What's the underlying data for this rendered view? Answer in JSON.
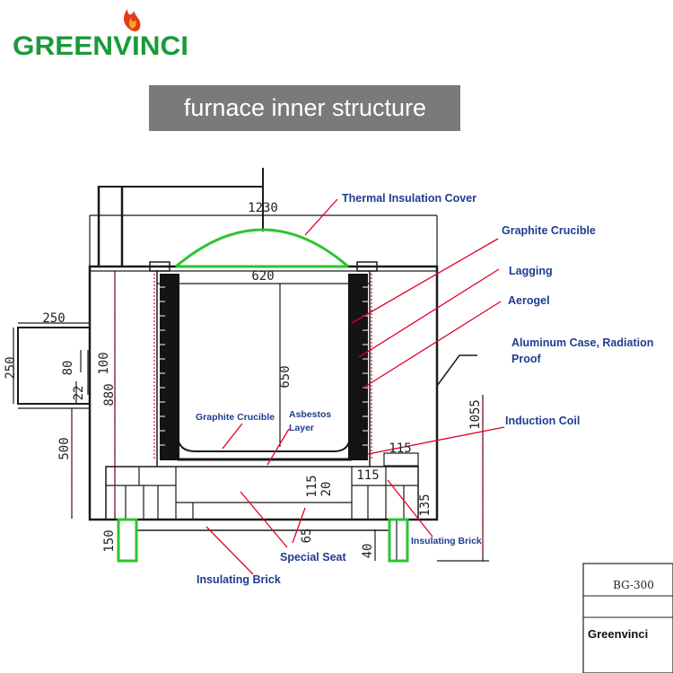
{
  "logo": {
    "brand": "GREENVINCI"
  },
  "title": "furnace inner structure",
  "dimensions": {
    "d1230": "1230",
    "d620": "620",
    "d650": "650",
    "d250top": "250",
    "d250side": "250",
    "d80": "80",
    "d100": "100",
    "d22": "22",
    "d880": "880",
    "d500": "500",
    "d1055": "1055",
    "d115a": "115",
    "d115b": "115",
    "d115c": "115",
    "d20": "20",
    "d65": "65",
    "d150": "150",
    "d40": "40",
    "d135": "135"
  },
  "labels": {
    "thermal_cover": "Thermal Insulation Cover",
    "graphite_crucible_outer": "Graphite Crucible",
    "lagging": "Lagging",
    "aerogel": "Aerogel",
    "aluminum_case_1": "Aluminum Case, Radiation",
    "aluminum_case_2": "Proof",
    "induction_coil": "Induction Coil",
    "graphite_crucible_inner": "Graphite Crucible",
    "asbestos_1": "Asbestos",
    "asbestos_2": "Layer",
    "insulating_brick_small": "Insulating Brick",
    "special_seat": "Special Seat",
    "insulating_brick": "Insulating Brick"
  },
  "title_block": {
    "code": "BG-300",
    "company": "Greenvinci"
  },
  "colors": {
    "brand_green": "#1a9a3a",
    "flame_red": "#e23a1d",
    "title_bg": "#7a7a7a",
    "label_blue": "#1f3d8f",
    "leader_red": "#e0002a",
    "cover_green": "#2ec32e"
  }
}
